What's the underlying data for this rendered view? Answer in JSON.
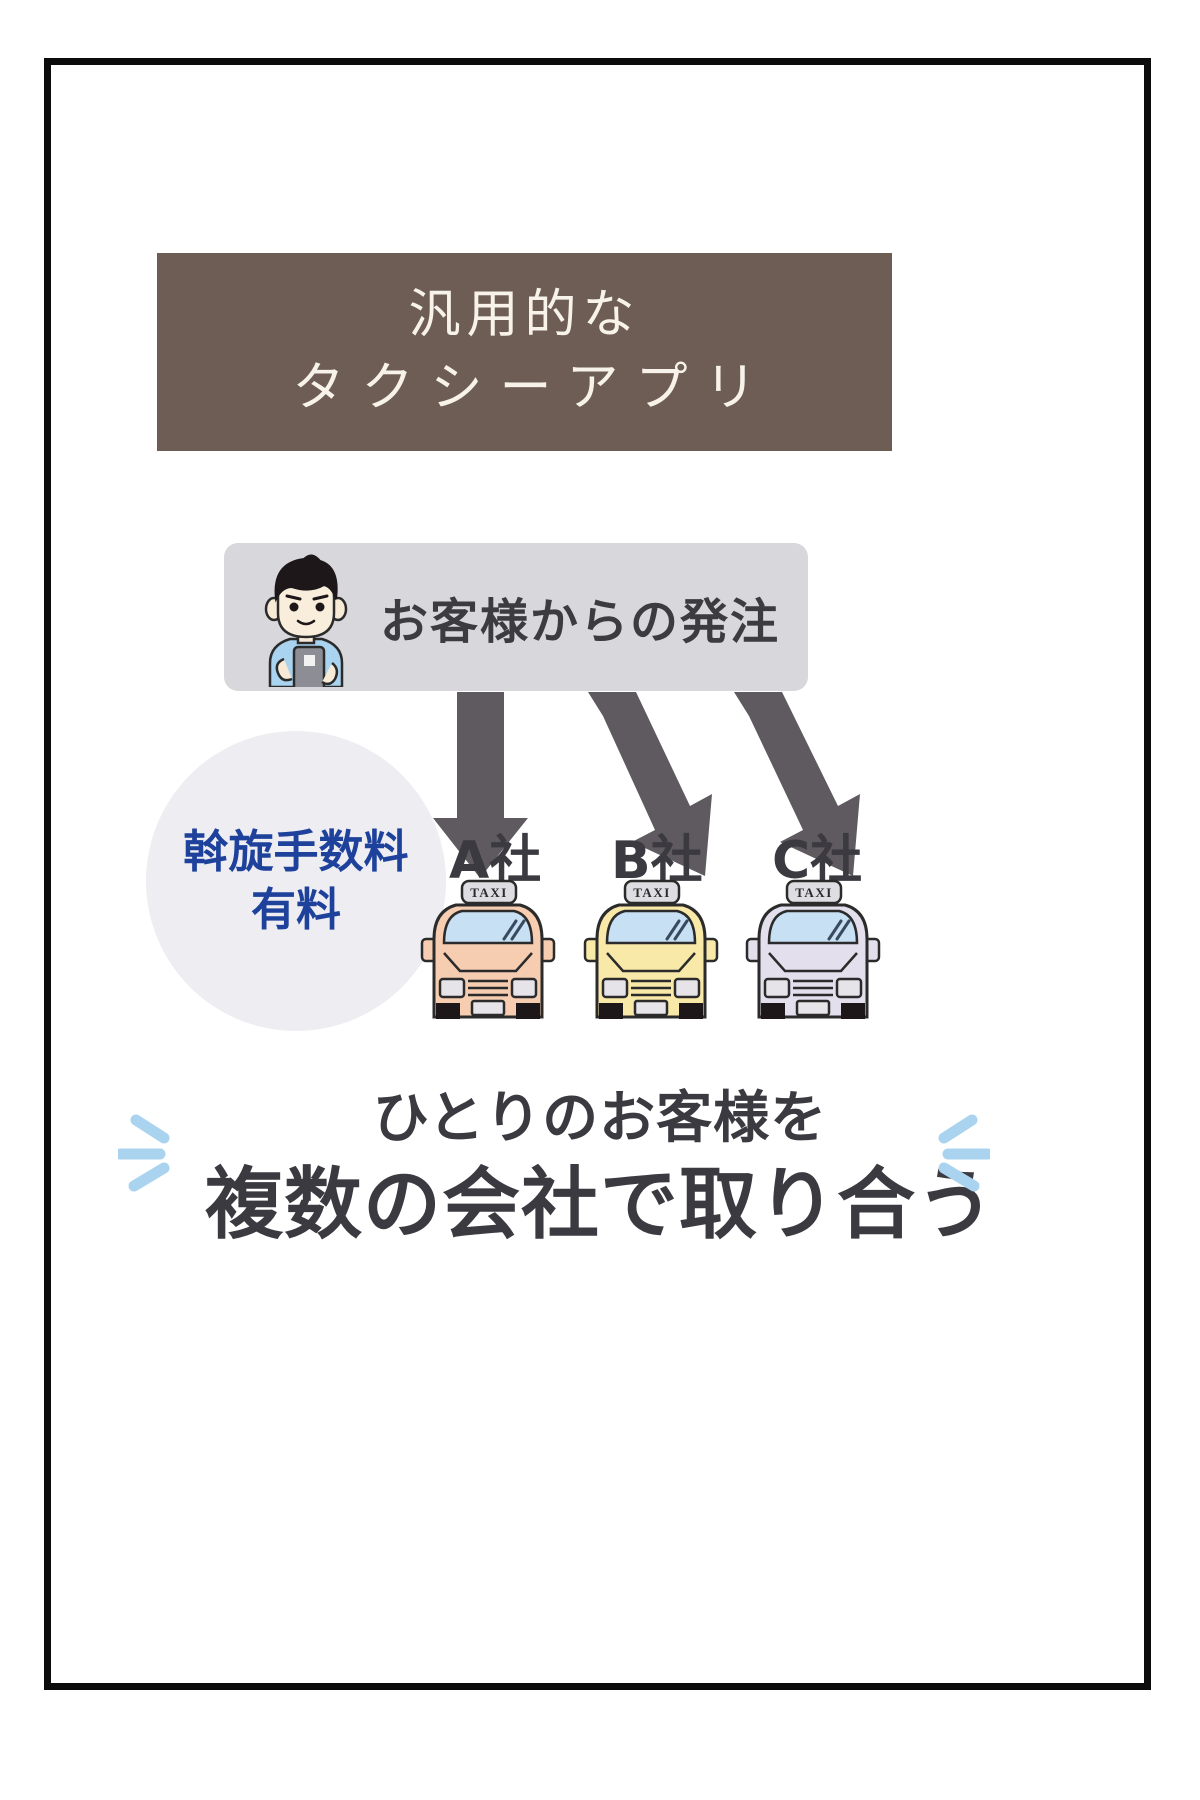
{
  "banner": {
    "line1": "汎用的な",
    "line2": "タクシーアプリ",
    "bg_color": "#6e5d54",
    "text_color": "#f7f3ea"
  },
  "order": {
    "label": "お客様からの発注",
    "box_color": "#d8d7dc",
    "person_icon": "person-with-smartphone-icon"
  },
  "arrows": {
    "color": "#5f5a60",
    "count": 3,
    "items": [
      {
        "name": "arrow-to-company-a",
        "direction": "down"
      },
      {
        "name": "arrow-to-company-b",
        "direction": "down-right"
      },
      {
        "name": "arrow-to-company-c",
        "direction": "down-right"
      }
    ]
  },
  "fee": {
    "line1": "斡旋手数料",
    "line2": "有料",
    "circle_color": "#eeedf2",
    "text_color": "#1e429b"
  },
  "companies": [
    {
      "label": "A社",
      "taxi_color": "#f6cdb0",
      "taxi_name": "taxi-a"
    },
    {
      "label": "B社",
      "taxi_color": "#f9e9a8",
      "taxi_name": "taxi-b"
    },
    {
      "label": "C社",
      "taxi_color": "#e3dfec",
      "taxi_name": "taxi-c"
    }
  ],
  "taxi_sign_text": "TAXI",
  "bottom": {
    "line1": "ひとりのお客様を",
    "line2": "複数の会社で取り合う",
    "text_color": "#3a3a40",
    "accent_color": "#a9d3ef"
  }
}
